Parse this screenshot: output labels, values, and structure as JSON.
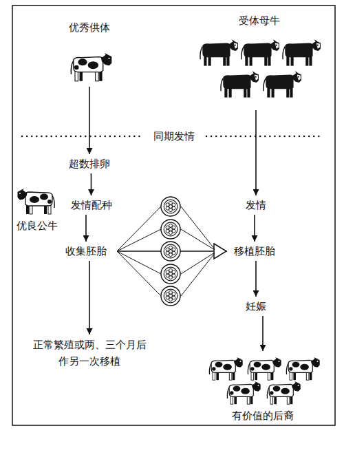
{
  "diagram": {
    "nodes": [
      {
        "text": [
          "优秀供体"
        ]
      },
      {
        "text": [
          "受体母牛"
        ]
      },
      {
        "text": [
          "超数排卵"
        ]
      },
      {
        "text": [
          "发情配种"
        ]
      },
      {
        "text": [
          "收集胚胎"
        ]
      },
      {
        "text": [
          "正常繁殖或两、三个月后 作另一次移植"
        ]
      },
      {
        "text": [
          "发情"
        ]
      },
      {
        "text": [
          "移植胚胎"
        ]
      },
      {
        "text": [
          "妊娠"
        ]
      },
      {
        "text": [
          "有价值的后裔"
        ]
      }
    ],
    "edges": [
      {
        "from": 0,
        "to": 2,
        "arrow": "to"
      },
      {
        "from": 2,
        "to": 3,
        "arrow": "to"
      },
      {
        "from": 3,
        "to": 4,
        "arrow": "to"
      },
      {
        "from": 4,
        "to": 5,
        "arrow": "to"
      },
      {
        "from": 1,
        "to": 6,
        "arrow": "to"
      },
      {
        "from": 6,
        "to": 7,
        "arrow": "to"
      },
      {
        "from": 4,
        "to": 7,
        "arrow": "to"
      },
      {
        "from": 7,
        "to": 8,
        "arrow": "to"
      },
      {
        "from": 8,
        "to": 9,
        "arrow": "to"
      }
    ],
    "labels": [
      "同期发情",
      "优良公牛"
    ]
  }
}
